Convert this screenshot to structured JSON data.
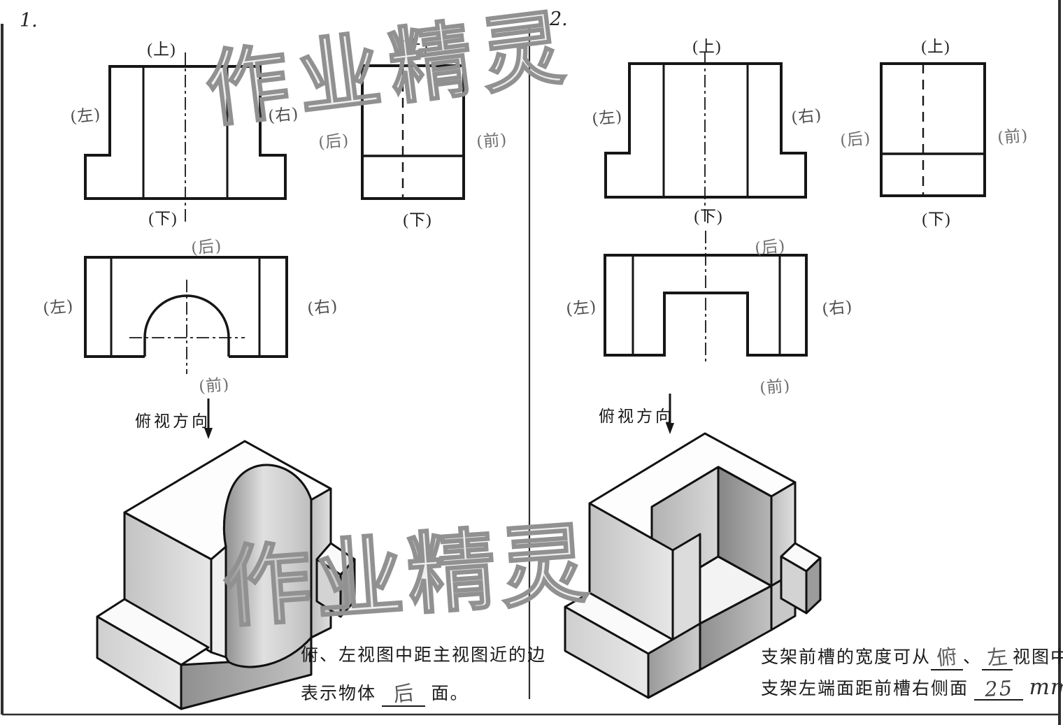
{
  "page": {
    "problem1_number": "1.",
    "problem2_number": "2."
  },
  "watermark": {
    "text": "作业精灵",
    "color": "#919191"
  },
  "problem1": {
    "front_view": {
      "labels": {
        "top": "(上)",
        "left": "(左)",
        "right": "(右)",
        "bottom": "(下)"
      }
    },
    "side_view": {
      "labels": {
        "top": "(上)",
        "left": "(后)",
        "right": "(前)",
        "bottom": "(下)"
      }
    },
    "top_view": {
      "labels": {
        "top": "(后)",
        "left": "(左)",
        "right": "(右)",
        "bottom": "(前)"
      }
    },
    "view_direction_label": "俯视方向",
    "caption_line1": "俯、左视图中距主视图近的边",
    "caption_line2_prefix": "表示物体",
    "caption_answer": "后",
    "caption_line2_suffix": "面。"
  },
  "problem2": {
    "front_view": {
      "labels": {
        "top": "(上)",
        "left": "(左)",
        "right": "(右)",
        "bottom": "(下)"
      }
    },
    "side_view": {
      "labels": {
        "top": "(上)",
        "left": "(后)",
        "right": "(前)",
        "bottom": "(下)"
      }
    },
    "top_view": {
      "labels": {
        "top": "(后)",
        "left": "(左)",
        "right": "(右)",
        "bottom": "(前)"
      }
    },
    "view_direction_label": "俯视方向",
    "caption_line1_prefix": "支架前槽的宽度可从",
    "caption_answer1": "俯",
    "caption_line1_mid": "、",
    "caption_answer2": "左",
    "caption_line1_suffix": "视图中量出；",
    "caption_line2_prefix": "支架左端面距前槽右侧面",
    "caption_answer3": "25",
    "caption_line2_unit": "mm",
    "caption_line2_end": "。"
  }
}
